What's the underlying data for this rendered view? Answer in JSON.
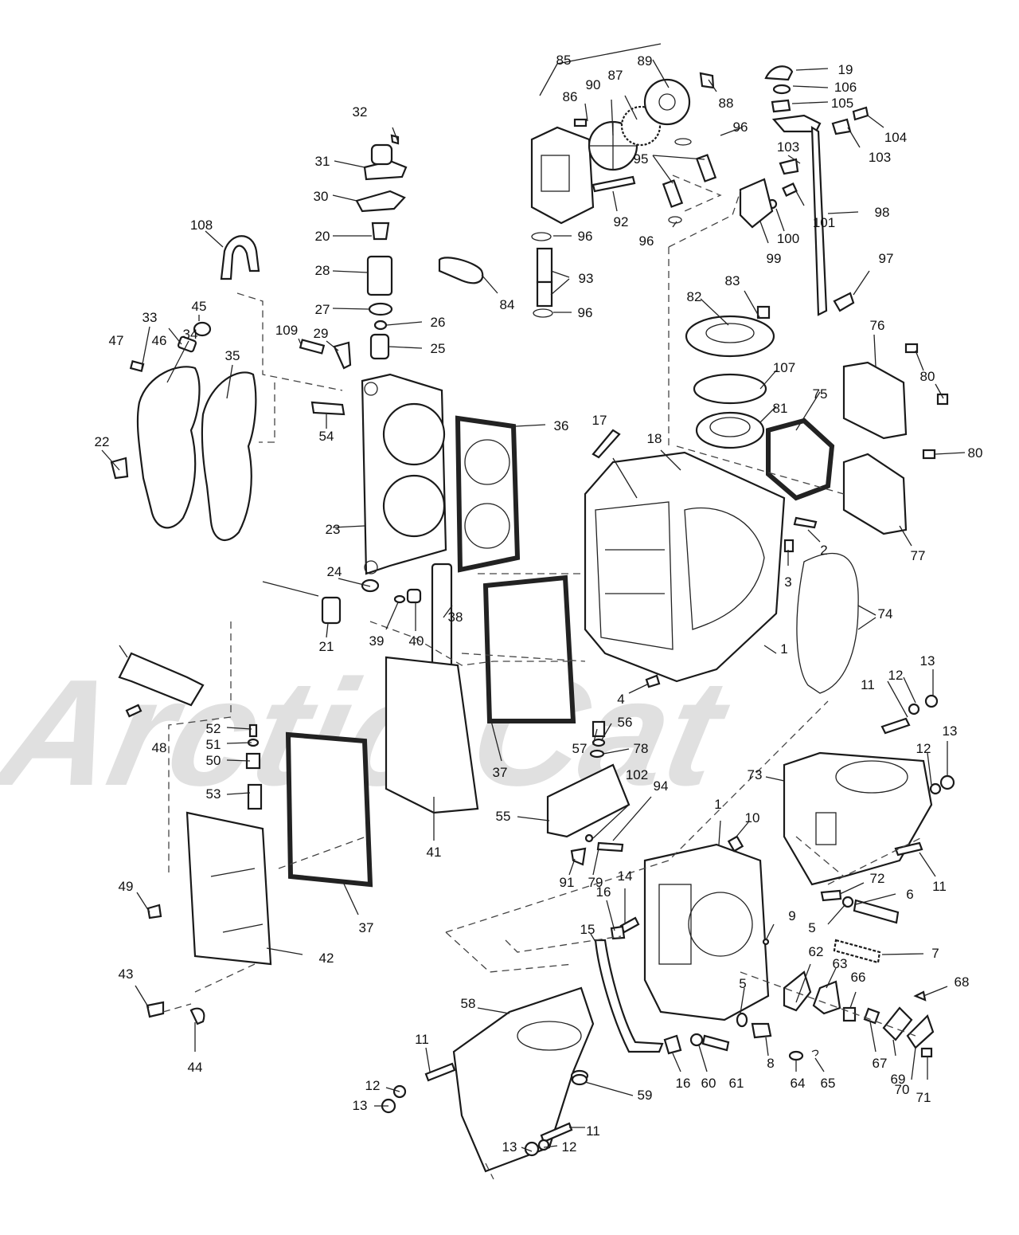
{
  "watermark": {
    "text": "Arctic Cat",
    "color": "#d9d9d9"
  },
  "callouts": [
    {
      "id": "1a",
      "text": "1"
    },
    {
      "id": "1b",
      "text": "1"
    },
    {
      "id": "2",
      "text": "2"
    },
    {
      "id": "3",
      "text": "3"
    },
    {
      "id": "4",
      "text": "4"
    },
    {
      "id": "5a",
      "text": "5"
    },
    {
      "id": "5b",
      "text": "5"
    },
    {
      "id": "6",
      "text": "6"
    },
    {
      "id": "7",
      "text": "7"
    },
    {
      "id": "8",
      "text": "8"
    },
    {
      "id": "9",
      "text": "9"
    },
    {
      "id": "10",
      "text": "10"
    },
    {
      "id": "11a",
      "text": "11"
    },
    {
      "id": "11b",
      "text": "11"
    },
    {
      "id": "11c",
      "text": "11"
    },
    {
      "id": "11d",
      "text": "11"
    },
    {
      "id": "12a",
      "text": "12"
    },
    {
      "id": "12b",
      "text": "12"
    },
    {
      "id": "12c",
      "text": "12"
    },
    {
      "id": "12d",
      "text": "12"
    },
    {
      "id": "13a",
      "text": "13"
    },
    {
      "id": "13b",
      "text": "13"
    },
    {
      "id": "13c",
      "text": "13"
    },
    {
      "id": "13d",
      "text": "13"
    },
    {
      "id": "14",
      "text": "14"
    },
    {
      "id": "15",
      "text": "15"
    },
    {
      "id": "16a",
      "text": "16"
    },
    {
      "id": "16b",
      "text": "16"
    },
    {
      "id": "17",
      "text": "17"
    },
    {
      "id": "18",
      "text": "18"
    },
    {
      "id": "19",
      "text": "19"
    },
    {
      "id": "20",
      "text": "20"
    },
    {
      "id": "21",
      "text": "21"
    },
    {
      "id": "22",
      "text": "22"
    },
    {
      "id": "23",
      "text": "23"
    },
    {
      "id": "24",
      "text": "24"
    },
    {
      "id": "25",
      "text": "25"
    },
    {
      "id": "26",
      "text": "26"
    },
    {
      "id": "27",
      "text": "27"
    },
    {
      "id": "28",
      "text": "28"
    },
    {
      "id": "29",
      "text": "29"
    },
    {
      "id": "30",
      "text": "30"
    },
    {
      "id": "31",
      "text": "31"
    },
    {
      "id": "32",
      "text": "32"
    },
    {
      "id": "33",
      "text": "33"
    },
    {
      "id": "34",
      "text": "34"
    },
    {
      "id": "35",
      "text": "35"
    },
    {
      "id": "36",
      "text": "36"
    },
    {
      "id": "37a",
      "text": "37"
    },
    {
      "id": "37b",
      "text": "37"
    },
    {
      "id": "38",
      "text": "38"
    },
    {
      "id": "39",
      "text": "39"
    },
    {
      "id": "40",
      "text": "40"
    },
    {
      "id": "41",
      "text": "41"
    },
    {
      "id": "42",
      "text": "42"
    },
    {
      "id": "43",
      "text": "43"
    },
    {
      "id": "44",
      "text": "44"
    },
    {
      "id": "45",
      "text": "45"
    },
    {
      "id": "46",
      "text": "46"
    },
    {
      "id": "47",
      "text": "47"
    },
    {
      "id": "48",
      "text": "48"
    },
    {
      "id": "49",
      "text": "49"
    },
    {
      "id": "50",
      "text": "50"
    },
    {
      "id": "51",
      "text": "51"
    },
    {
      "id": "52",
      "text": "52"
    },
    {
      "id": "53",
      "text": "53"
    },
    {
      "id": "54",
      "text": "54"
    },
    {
      "id": "55",
      "text": "55"
    },
    {
      "id": "56",
      "text": "56"
    },
    {
      "id": "57",
      "text": "57"
    },
    {
      "id": "58",
      "text": "58"
    },
    {
      "id": "59",
      "text": "59"
    },
    {
      "id": "60",
      "text": "60"
    },
    {
      "id": "61",
      "text": "61"
    },
    {
      "id": "62",
      "text": "62"
    },
    {
      "id": "63",
      "text": "63"
    },
    {
      "id": "64",
      "text": "64"
    },
    {
      "id": "65",
      "text": "65"
    },
    {
      "id": "66",
      "text": "66"
    },
    {
      "id": "67",
      "text": "67"
    },
    {
      "id": "68",
      "text": "68"
    },
    {
      "id": "69",
      "text": "69"
    },
    {
      "id": "70",
      "text": "70"
    },
    {
      "id": "71",
      "text": "71"
    },
    {
      "id": "72",
      "text": "72"
    },
    {
      "id": "73",
      "text": "73"
    },
    {
      "id": "74",
      "text": "74"
    },
    {
      "id": "75",
      "text": "75"
    },
    {
      "id": "76",
      "text": "76"
    },
    {
      "id": "77",
      "text": "77"
    },
    {
      "id": "78",
      "text": "78"
    },
    {
      "id": "79",
      "text": "79"
    },
    {
      "id": "80a",
      "text": "80"
    },
    {
      "id": "80b",
      "text": "80"
    },
    {
      "id": "81",
      "text": "81"
    },
    {
      "id": "82",
      "text": "82"
    },
    {
      "id": "83",
      "text": "83"
    },
    {
      "id": "84",
      "text": "84"
    },
    {
      "id": "85",
      "text": "85"
    },
    {
      "id": "86",
      "text": "86"
    },
    {
      "id": "87",
      "text": "87"
    },
    {
      "id": "88",
      "text": "88"
    },
    {
      "id": "89",
      "text": "89"
    },
    {
      "id": "90",
      "text": "90"
    },
    {
      "id": "91",
      "text": "91"
    },
    {
      "id": "92",
      "text": "92"
    },
    {
      "id": "93",
      "text": "93"
    },
    {
      "id": "94",
      "text": "94"
    },
    {
      "id": "95",
      "text": "95"
    },
    {
      "id": "96a",
      "text": "96"
    },
    {
      "id": "96b",
      "text": "96"
    },
    {
      "id": "96c",
      "text": "96"
    },
    {
      "id": "96d",
      "text": "96"
    },
    {
      "id": "97",
      "text": "97"
    },
    {
      "id": "98",
      "text": "98"
    },
    {
      "id": "99",
      "text": "99"
    },
    {
      "id": "100",
      "text": "100"
    },
    {
      "id": "101",
      "text": "101"
    },
    {
      "id": "102",
      "text": "102"
    },
    {
      "id": "103a",
      "text": "103"
    },
    {
      "id": "103b",
      "text": "103"
    },
    {
      "id": "104",
      "text": "104"
    },
    {
      "id": "105",
      "text": "105"
    },
    {
      "id": "106",
      "text": "106"
    },
    {
      "id": "107",
      "text": "107"
    },
    {
      "id": "108",
      "text": "108"
    },
    {
      "id": "109",
      "text": "109"
    }
  ]
}
